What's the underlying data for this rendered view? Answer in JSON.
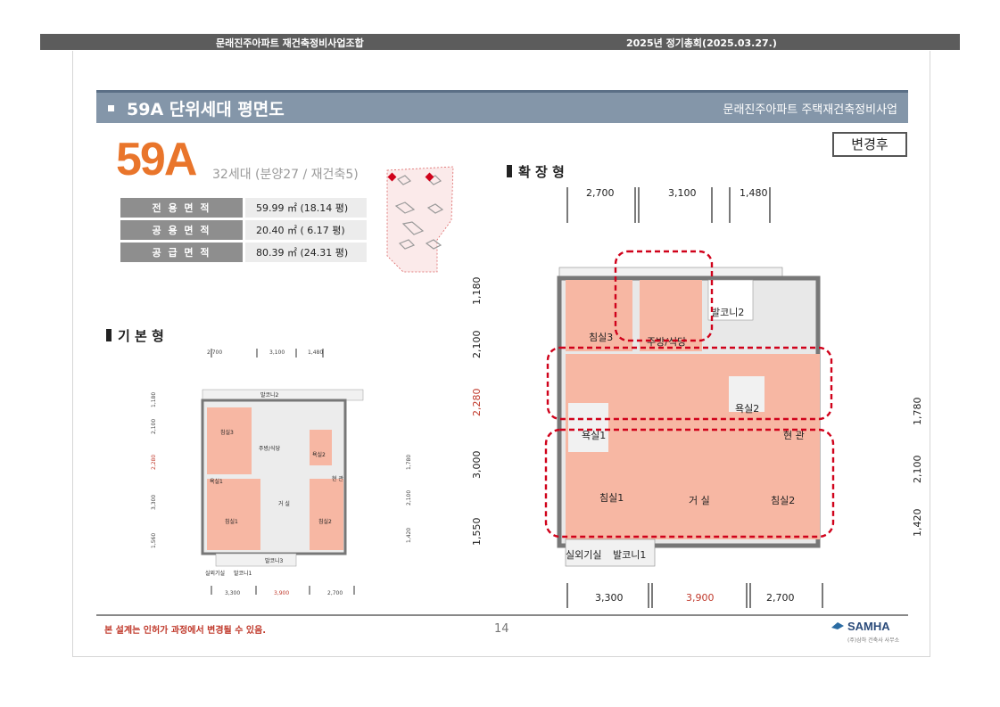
{
  "header": {
    "left": "문래진주아파트 재건축정비사업조합",
    "right": "2025년 정기총회(2025.03.27.)"
  },
  "slide": {
    "title": "59A 단위세대 평면도",
    "subtitle": "문래진주아파트 주택재건축정비사업",
    "badge": "변경후",
    "unit_type": "59A",
    "households": "32세대 (분양27 / 재건축5)",
    "areas": [
      {
        "label": "전 용 면 적",
        "value": "59.99 ㎡ (18.14 평)"
      },
      {
        "label": "공 용 면 적",
        "value": "20.40 ㎡ ( 6.17 평)"
      },
      {
        "label": "공 급 면 적",
        "value": "80.39 ㎡ (24.31 평)"
      }
    ],
    "basic": {
      "heading": "기 본 형",
      "dims_top": [
        "2,700",
        "3,100",
        "1,480"
      ],
      "dims_bottom": [
        "3,300",
        "3,900",
        "2,700"
      ],
      "dims_left": [
        "1,180",
        "2,100",
        "2,280",
        "3,300",
        "1,560"
      ],
      "dims_right": [
        "1,780",
        "2,100",
        "1,420"
      ],
      "rooms": [
        "발코니2",
        "침실3",
        "주방/식당",
        "욕실2",
        "현 관",
        "욕실1",
        "거 실",
        "침실1",
        "침실2",
        "발코니3",
        "실외기실",
        "발코니1"
      ]
    },
    "extended": {
      "heading": "확 장 형",
      "dims_top": [
        "2,700",
        "3,100",
        "1,480"
      ],
      "dims_bottom": [
        "3,300",
        "3,900",
        "2,700"
      ],
      "dims_left": [
        "1,180",
        "2,100",
        "2,280",
        "3,000",
        "1,550"
      ],
      "dims_right": [
        "1,780",
        "2,100",
        "1,420"
      ],
      "rooms": [
        "침실3",
        "주방/식당",
        "발코니2",
        "욕실2",
        "욕실1",
        "현 관",
        "침실1",
        "거 실",
        "침실2",
        "실외기실",
        "발코니1"
      ]
    },
    "footnote": "본 설계는 인허가 과정에서 변경될 수 있음.",
    "page": "14",
    "logo": "SAMHA",
    "logo_sub": "(주)삼하 건축사 사무소",
    "colors": {
      "accent": "#e9752b",
      "title_bar": "#8496a9",
      "room": "#f7b7a3",
      "highlight": "#d0021b"
    }
  }
}
